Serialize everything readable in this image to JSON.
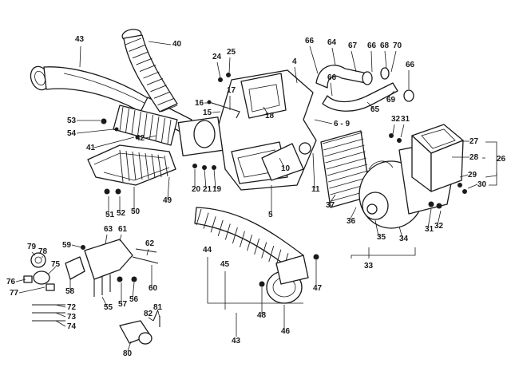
{
  "labels": [
    "43",
    "40",
    "24",
    "25",
    "4",
    "66",
    "64",
    "67",
    "66",
    "68",
    "70",
    "66",
    "53",
    "54",
    "41",
    "42",
    "16",
    "15",
    "17",
    "18",
    "66",
    "6 - 9",
    "65",
    "69",
    "32",
    "31",
    "27",
    "28",
    "26",
    "29",
    "30",
    "49",
    "20",
    "21",
    "19",
    "10",
    "11",
    "37",
    "36",
    "35",
    "34",
    "31",
    "32",
    "51",
    "52",
    "50",
    "5",
    "33",
    "44",
    "45",
    "47",
    "48",
    "46",
    "43",
    "79",
    "78",
    "75",
    "76",
    "77",
    "59",
    "63",
    "61",
    "62",
    "58",
    "55",
    "57",
    "56",
    "60",
    "72",
    "73",
    "74",
    "82",
    "81",
    "80"
  ]
}
